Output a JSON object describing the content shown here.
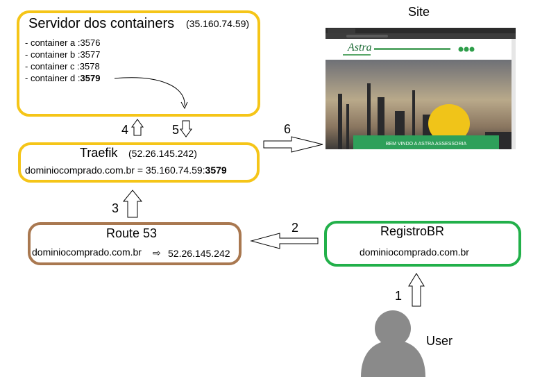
{
  "servidor": {
    "title": "Servidor dos containers",
    "ip": "(35.160.74.59)",
    "containers": [
      {
        "name": "- container a :",
        "port": "3576"
      },
      {
        "name": "- container b :",
        "port": "3577"
      },
      {
        "name": "- container c :",
        "port": "3578"
      },
      {
        "name": "- container d :",
        "port": "3579"
      }
    ]
  },
  "traefik": {
    "title": "Traefik",
    "ip": "(52.26.145.242)",
    "rule_prefix": "dominiocomprado.com.br = 35.160.74.59:",
    "rule_port": "3579"
  },
  "route53": {
    "title": "Route 53",
    "domain": "dominiocomprado.com.br",
    "arrow": "⇨",
    "target": "52.26.145.242"
  },
  "registro": {
    "title": "RegistroBR",
    "domain": "dominiocomprado.com.br"
  },
  "site": {
    "title": "Site",
    "logo": "Astra",
    "banner": "BEM VINDO A ASTRA ASSESSORIA"
  },
  "user": {
    "label": "User"
  },
  "steps": [
    "1",
    "2",
    "3",
    "4",
    "5",
    "6"
  ],
  "colors": {
    "yellow": "#f5c518",
    "brown": "#a97850",
    "green": "#22b04a",
    "user_gray": "#8a8a8a"
  }
}
